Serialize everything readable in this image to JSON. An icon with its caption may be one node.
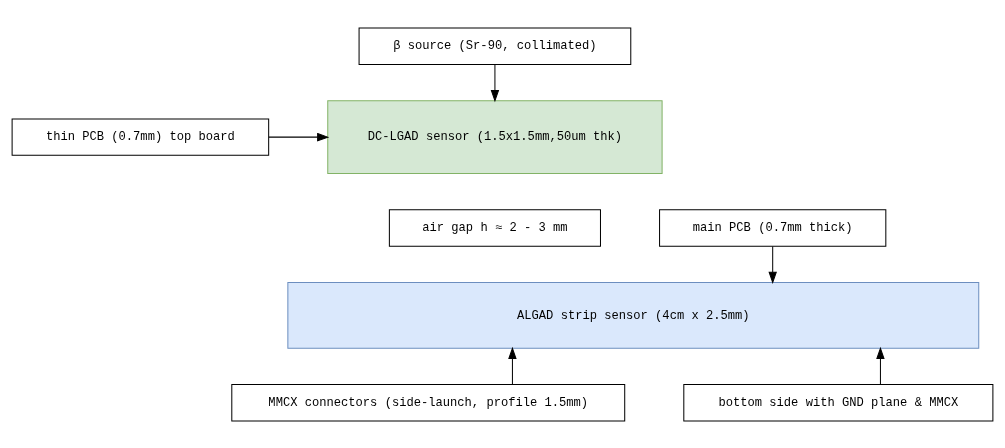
{
  "diagram": {
    "nodes": [
      {
        "text": [
          "β source (Sr-90, collimated)"
        ]
      },
      {
        "text": [
          "DC-LGAD sensor (1.5x1.5mm,50um thk)"
        ]
      },
      {
        "text": [
          "thin PCB (0.7mm) top board"
        ]
      },
      {
        "text": [
          "air gap h ≈ 2 - 3 mm"
        ]
      },
      {
        "text": [
          "main PCB (0.7mm thick)"
        ]
      },
      {
        "text": [
          "ALGAD strip sensor (4cm x 2.5mm)"
        ]
      },
      {
        "text": [
          "MMCX connectors (side-launch, profile 1.5mm)"
        ]
      },
      {
        "text": [
          "bottom side with GND plane & MMCX"
        ]
      }
    ],
    "edges": [
      {
        "from": 0,
        "to": 1,
        "arrow": "to"
      },
      {
        "from": 2,
        "to": 1,
        "arrow": "to"
      },
      {
        "from": 4,
        "to": 5,
        "arrow": "to"
      },
      {
        "from": 6,
        "to": 5,
        "arrow": "to"
      },
      {
        "from": 7,
        "to": 5,
        "arrow": "to"
      }
    ]
  }
}
